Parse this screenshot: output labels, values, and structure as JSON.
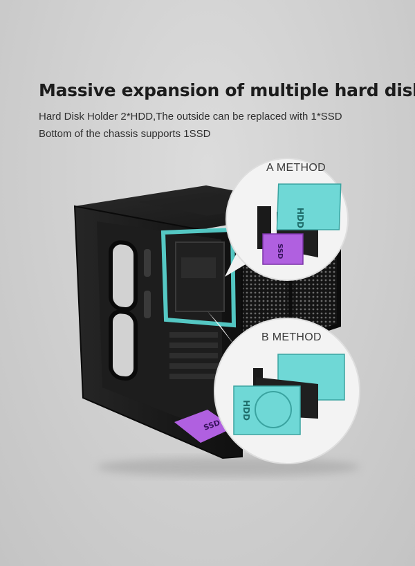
{
  "headline": "Massive expansion of multiple hard disks",
  "description": {
    "line1": "Hard Disk Holder 2*HDD,The outside can be replaced with 1*SSD",
    "line2": "Bottom of the chassis supports 1SSD"
  },
  "methods": {
    "a_label": "A METHOD",
    "b_label": "B METHOD"
  },
  "drive_labels": {
    "hdd": "HDD",
    "ssd": "SSD"
  },
  "colors": {
    "hdd": "#6fd8d6",
    "ssd": "#b060e0",
    "highlight": "#5fe6e2",
    "chassis": "#1a1a1a"
  }
}
